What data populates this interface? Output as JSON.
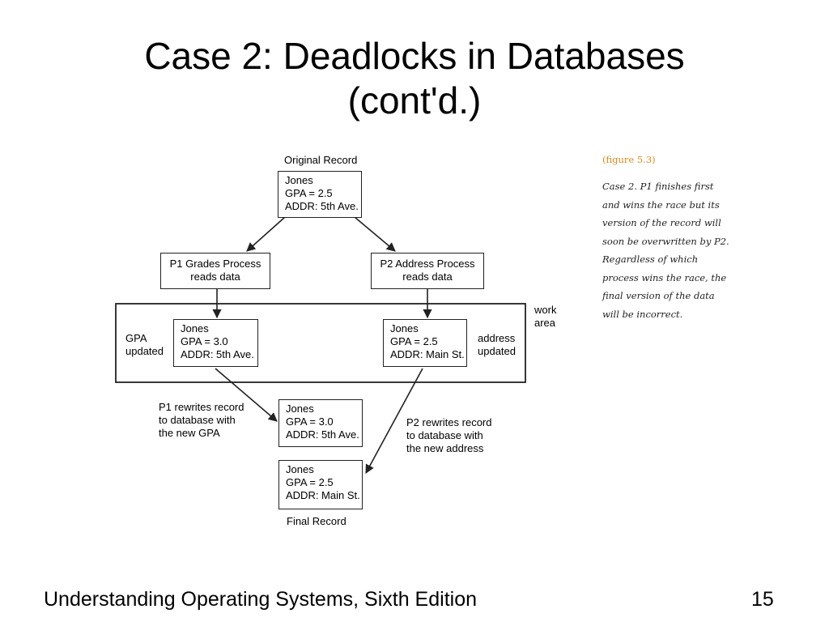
{
  "slide": {
    "title_lines": [
      "Case 2: Deadlocks in Databases",
      "(cont'd.)"
    ],
    "footer": "Understanding Operating Systems, Sixth Edition",
    "page_number": "15"
  },
  "figure": {
    "number_label": "(figure 5.3)",
    "caption_lines": [
      "Case 2. P1 finishes first",
      "and wins the race but its",
      "version of the record will",
      "soon be overwritten by P2.",
      "Regardless of which",
      "process wins the race, the",
      "final version of the data",
      "will be incorrect."
    ]
  },
  "diagram": {
    "original_record_label": "Original Record",
    "original_record": [
      "Jones",
      "GPA = 2.5",
      "ADDR: 5th Ave."
    ],
    "p1_process": [
      "P1  Grades Process",
      "reads data"
    ],
    "p2_process": [
      "P2  Address Process",
      "reads data"
    ],
    "work_area_label": [
      "work",
      "area"
    ],
    "gpa_updated_label": [
      "GPA",
      "updated"
    ],
    "address_updated_label": [
      "address",
      "updated"
    ],
    "p1_work_record": [
      "Jones",
      "GPA = 3.0",
      "ADDR: 5th Ave."
    ],
    "p2_work_record": [
      "Jones",
      "GPA = 2.5",
      "ADDR: Main St."
    ],
    "p1_rewrite_label": [
      "P1 rewrites record",
      "to database with",
      "the new GPA"
    ],
    "p2_rewrite_label": [
      "P2 rewrites record",
      "to database with",
      "the new address"
    ],
    "p1_written_record": [
      "Jones",
      "GPA = 3.0",
      "ADDR: 5th Ave."
    ],
    "final_record": [
      "Jones",
      "GPA = 2.5",
      "ADDR: Main St."
    ],
    "final_record_label": "Final Record"
  }
}
